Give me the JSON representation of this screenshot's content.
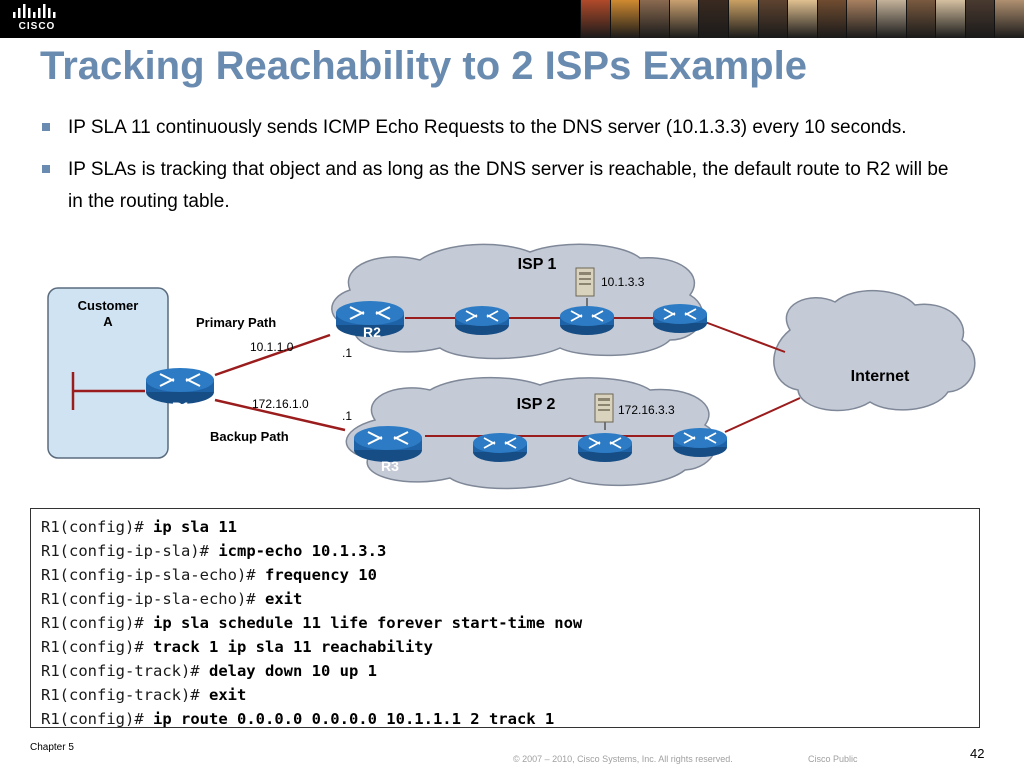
{
  "header": {
    "logo_text": "CISCO",
    "photo_colors": [
      "#b14a2a",
      "#d08a30",
      "#8a6a50",
      "#c9a070",
      "#3a2a20",
      "#caa064",
      "#5e4330",
      "#e0c090",
      "#704c30",
      "#a88060",
      "#c4b29a",
      "#7a5a40",
      "#d5c0a0",
      "#4a3a30",
      "#b09070"
    ]
  },
  "slide": {
    "title": "Tracking Reachability to 2 ISPs Example",
    "bullets": [
      "IP SLA 11 continuously sends ICMP Echo Requests to the DNS server (10.1.3.3) every 10 seconds.",
      "IP SLAs is tracking that object and as long as the DNS server is reachable, the default route to R2 will be in the routing table."
    ]
  },
  "diagram": {
    "customer_label_1": "Customer",
    "customer_label_2": "A",
    "primary_path": "Primary Path",
    "backup_path": "Backup Path",
    "net_primary": "10.1.1.0",
    "net_backup": "172.16.1.0",
    "dot1_primary": ".1",
    "dot1_backup": ".1",
    "isp1": "ISP 1",
    "isp2": "ISP 2",
    "server1_ip": "10.1.3.3",
    "server2_ip": "172.16.3.3",
    "internet": "Internet",
    "r1": "R1",
    "r2": "R2",
    "r3": "R3",
    "colors": {
      "cloud": "#c5cbd6",
      "cloud_stroke": "#7f8898",
      "router": "#1e63a8",
      "link": "#9a1c1c",
      "customer_bg": "#cfe3f2"
    }
  },
  "config": {
    "lines": [
      {
        "prompt": "R1(config)#",
        "cmd": "ip sla 11"
      },
      {
        "prompt": "R1(config-ip-sla)#",
        "cmd": "icmp-echo 10.1.3.3"
      },
      {
        "prompt": "R1(config-ip-sla-echo)#",
        "cmd": "frequency 10"
      },
      {
        "prompt": "R1(config-ip-sla-echo)#",
        "cmd": "exit"
      },
      {
        "prompt": "R1(config)#",
        "cmd": "ip sla schedule 11 life forever start-time now"
      },
      {
        "prompt": "R1(config)#",
        "cmd": "track 1 ip sla 11 reachability"
      },
      {
        "prompt": "R1(config-track)#",
        "cmd": "delay down 10 up 1"
      },
      {
        "prompt": "R1(config-track)#",
        "cmd": "exit"
      },
      {
        "prompt": "R1(config)#",
        "cmd": "ip route 0.0.0.0 0.0.0.0 10.1.1.1 2 track 1"
      }
    ]
  },
  "footer": {
    "chapter": "Chapter 5",
    "copyright": "© 2007 – 2010, Cisco Systems, Inc. All rights reserved.",
    "classification": "Cisco Public",
    "page_number": "42"
  }
}
